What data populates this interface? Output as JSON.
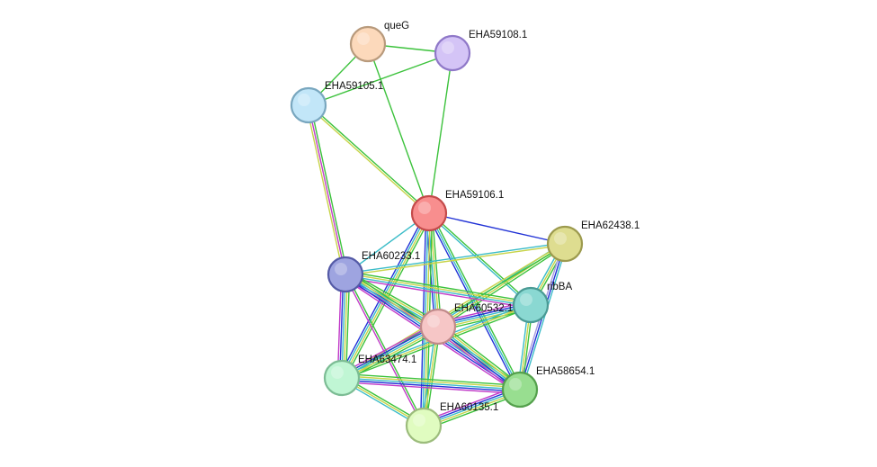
{
  "network": {
    "edge_colors": {
      "green": "#3cc23c",
      "yellow": "#c8d44a",
      "cyan": "#3bbcc8",
      "blue": "#2233d6",
      "magenta": "#c23cc8",
      "lavender": "#a89ae0"
    },
    "nodes": [
      {
        "id": "queG",
        "label": "queG",
        "fill": "#fcd9bb",
        "stroke": "#b89a7c"
      },
      {
        "id": "EHA59108.1",
        "label": "EHA59108.1",
        "fill": "#d4c4f6",
        "stroke": "#8f78c8"
      },
      {
        "id": "EHA59105.1",
        "label": "EHA59105.1",
        "fill": "#c2e6f8",
        "stroke": "#79a7bf"
      },
      {
        "id": "EHA59106.1",
        "label": "EHA59106.1",
        "fill": "#f88e8e",
        "stroke": "#c44a4a"
      },
      {
        "id": "EHA62438.1",
        "label": "EHA62438.1",
        "fill": "#dedd90",
        "stroke": "#9c9a4e"
      },
      {
        "id": "EHA60233.1",
        "label": "EHA60233.1",
        "fill": "#9ea4e0",
        "stroke": "#545aa6"
      },
      {
        "id": "ribBA",
        "label": "ribBA",
        "fill": "#8ad8d2",
        "stroke": "#4a9a94"
      },
      {
        "id": "EHA60532.1",
        "label": "EHA60532.1",
        "fill": "#f6c6c6",
        "stroke": "#c08a8a"
      },
      {
        "id": "EHA63474.1",
        "label": "EHA63474.1",
        "fill": "#c0f6d4",
        "stroke": "#7cbc94"
      },
      {
        "id": "EHA58654.1",
        "label": "EHA58654.1",
        "fill": "#98de90",
        "stroke": "#54a04c"
      },
      {
        "id": "EHA60135.1",
        "label": "EHA60135.1",
        "fill": "#e0fcc0",
        "stroke": "#9cbc7c"
      }
    ],
    "edges": [
      {
        "a": "queG",
        "b": "EHA59108.1",
        "colors": [
          "green"
        ]
      },
      {
        "a": "queG",
        "b": "EHA59105.1",
        "colors": [
          "green"
        ]
      },
      {
        "a": "queG",
        "b": "EHA59106.1",
        "colors": [
          "green"
        ]
      },
      {
        "a": "EHA59108.1",
        "b": "EHA59105.1",
        "colors": [
          "green"
        ]
      },
      {
        "a": "EHA59108.1",
        "b": "EHA59106.1",
        "colors": [
          "green"
        ]
      },
      {
        "a": "EHA59105.1",
        "b": "EHA59106.1",
        "colors": [
          "green",
          "yellow"
        ]
      },
      {
        "a": "EHA59105.1",
        "b": "EHA60233.1",
        "colors": [
          "green",
          "magenta",
          "yellow"
        ]
      },
      {
        "a": "EHA59106.1",
        "b": "EHA62438.1",
        "colors": [
          "blue"
        ]
      },
      {
        "a": "EHA59106.1",
        "b": "EHA60233.1",
        "colors": [
          "cyan"
        ]
      },
      {
        "a": "EHA59106.1",
        "b": "ribBA",
        "colors": [
          "green",
          "cyan"
        ]
      },
      {
        "a": "EHA59106.1",
        "b": "EHA60532.1",
        "colors": [
          "green",
          "yellow",
          "cyan",
          "blue"
        ]
      },
      {
        "a": "EHA59106.1",
        "b": "EHA63474.1",
        "colors": [
          "green",
          "yellow",
          "cyan",
          "blue"
        ]
      },
      {
        "a": "EHA59106.1",
        "b": "EHA58654.1",
        "colors": [
          "green",
          "cyan",
          "blue"
        ]
      },
      {
        "a": "EHA59106.1",
        "b": "EHA60135.1",
        "colors": [
          "green",
          "yellow",
          "cyan",
          "blue"
        ]
      },
      {
        "a": "EHA62438.1",
        "b": "EHA60233.1",
        "colors": [
          "yellow",
          "cyan"
        ]
      },
      {
        "a": "EHA62438.1",
        "b": "ribBA",
        "colors": [
          "green",
          "yellow",
          "cyan"
        ]
      },
      {
        "a": "EHA62438.1",
        "b": "EHA60532.1",
        "colors": [
          "green",
          "yellow",
          "cyan"
        ]
      },
      {
        "a": "EHA62438.1",
        "b": "EHA63474.1",
        "colors": [
          "green",
          "yellow"
        ]
      },
      {
        "a": "EHA62438.1",
        "b": "EHA58654.1",
        "colors": [
          "cyan",
          "blue",
          "lavender"
        ]
      },
      {
        "a": "EHA60233.1",
        "b": "ribBA",
        "colors": [
          "green",
          "yellow",
          "cyan",
          "magenta"
        ]
      },
      {
        "a": "EHA60233.1",
        "b": "EHA60532.1",
        "colors": [
          "green",
          "yellow",
          "cyan",
          "blue",
          "magenta"
        ]
      },
      {
        "a": "EHA60233.1",
        "b": "EHA63474.1",
        "colors": [
          "green",
          "yellow",
          "cyan",
          "blue",
          "magenta"
        ]
      },
      {
        "a": "EHA60233.1",
        "b": "EHA58654.1",
        "colors": [
          "green",
          "yellow",
          "cyan",
          "blue",
          "magenta"
        ]
      },
      {
        "a": "EHA60233.1",
        "b": "EHA60135.1",
        "colors": [
          "green",
          "magenta"
        ]
      },
      {
        "a": "ribBA",
        "b": "EHA60532.1",
        "colors": [
          "green",
          "yellow",
          "cyan",
          "blue",
          "magenta"
        ]
      },
      {
        "a": "ribBA",
        "b": "EHA63474.1",
        "colors": [
          "green",
          "yellow",
          "cyan"
        ]
      },
      {
        "a": "ribBA",
        "b": "EHA58654.1",
        "colors": [
          "green",
          "yellow",
          "cyan"
        ]
      },
      {
        "a": "EHA60532.1",
        "b": "EHA63474.1",
        "colors": [
          "green",
          "yellow",
          "cyan",
          "blue",
          "magenta"
        ]
      },
      {
        "a": "EHA60532.1",
        "b": "EHA58654.1",
        "colors": [
          "green",
          "yellow",
          "cyan",
          "blue",
          "magenta"
        ]
      },
      {
        "a": "EHA60532.1",
        "b": "EHA60135.1",
        "colors": [
          "green",
          "yellow",
          "cyan"
        ]
      },
      {
        "a": "EHA63474.1",
        "b": "EHA58654.1",
        "colors": [
          "green",
          "yellow",
          "cyan",
          "blue",
          "magenta"
        ]
      },
      {
        "a": "EHA63474.1",
        "b": "EHA60135.1",
        "colors": [
          "green",
          "yellow",
          "cyan"
        ]
      },
      {
        "a": "EHA58654.1",
        "b": "EHA60135.1",
        "colors": [
          "green",
          "yellow",
          "cyan",
          "blue",
          "magenta"
        ]
      }
    ]
  }
}
